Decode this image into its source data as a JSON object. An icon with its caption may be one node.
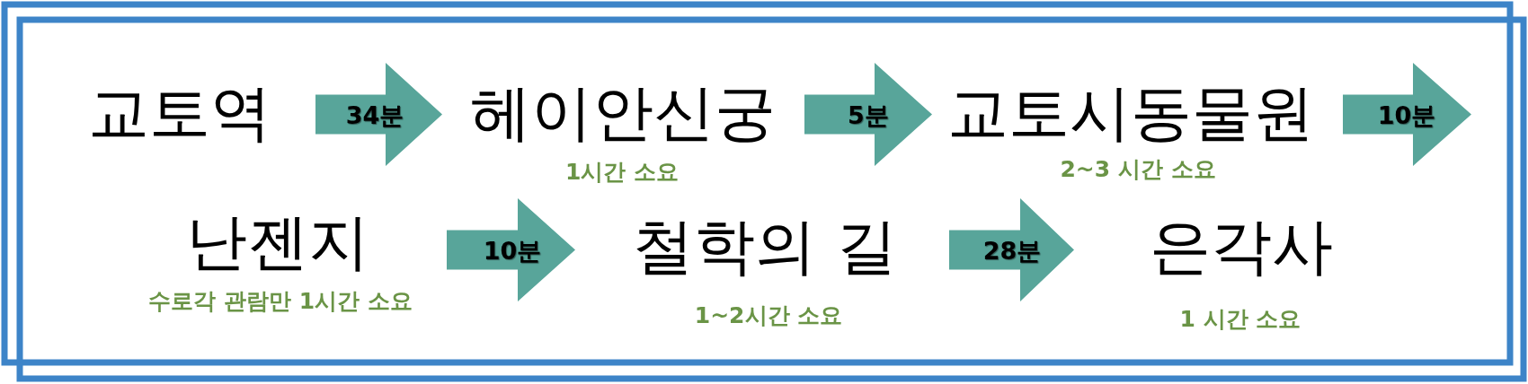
{
  "diagram": {
    "nodes": [
      {
        "text": [
          "교토역"
        ]
      },
      {
        "text": [
          "헤이안신궁"
        ],
        "beside": [
          "1시간 소요"
        ]
      },
      {
        "text": [
          "교토시동물원"
        ],
        "beside": [
          "2~3 시간 소요"
        ]
      },
      {
        "text": [
          "난젠지"
        ],
        "beside": [
          "수로각 관람만 1시간 소요"
        ]
      },
      {
        "text": [
          "철학의 길"
        ],
        "beside": [
          "1~2시간 소요"
        ]
      },
      {
        "text": [
          "은각사"
        ],
        "beside": [
          "1 시간 소요"
        ]
      }
    ],
    "edges": [
      {
        "from": 0,
        "to": 1,
        "arrow": "to",
        "label": "34분"
      },
      {
        "from": 1,
        "to": 2,
        "arrow": "to",
        "label": "5분"
      },
      {
        "from": 2,
        "to": null,
        "arrow": "to",
        "label": "10분"
      },
      {
        "from": 3,
        "to": 4,
        "arrow": "to",
        "label": "10분"
      },
      {
        "from": 4,
        "to": 5,
        "arrow": "to",
        "label": "28분"
      }
    ]
  }
}
